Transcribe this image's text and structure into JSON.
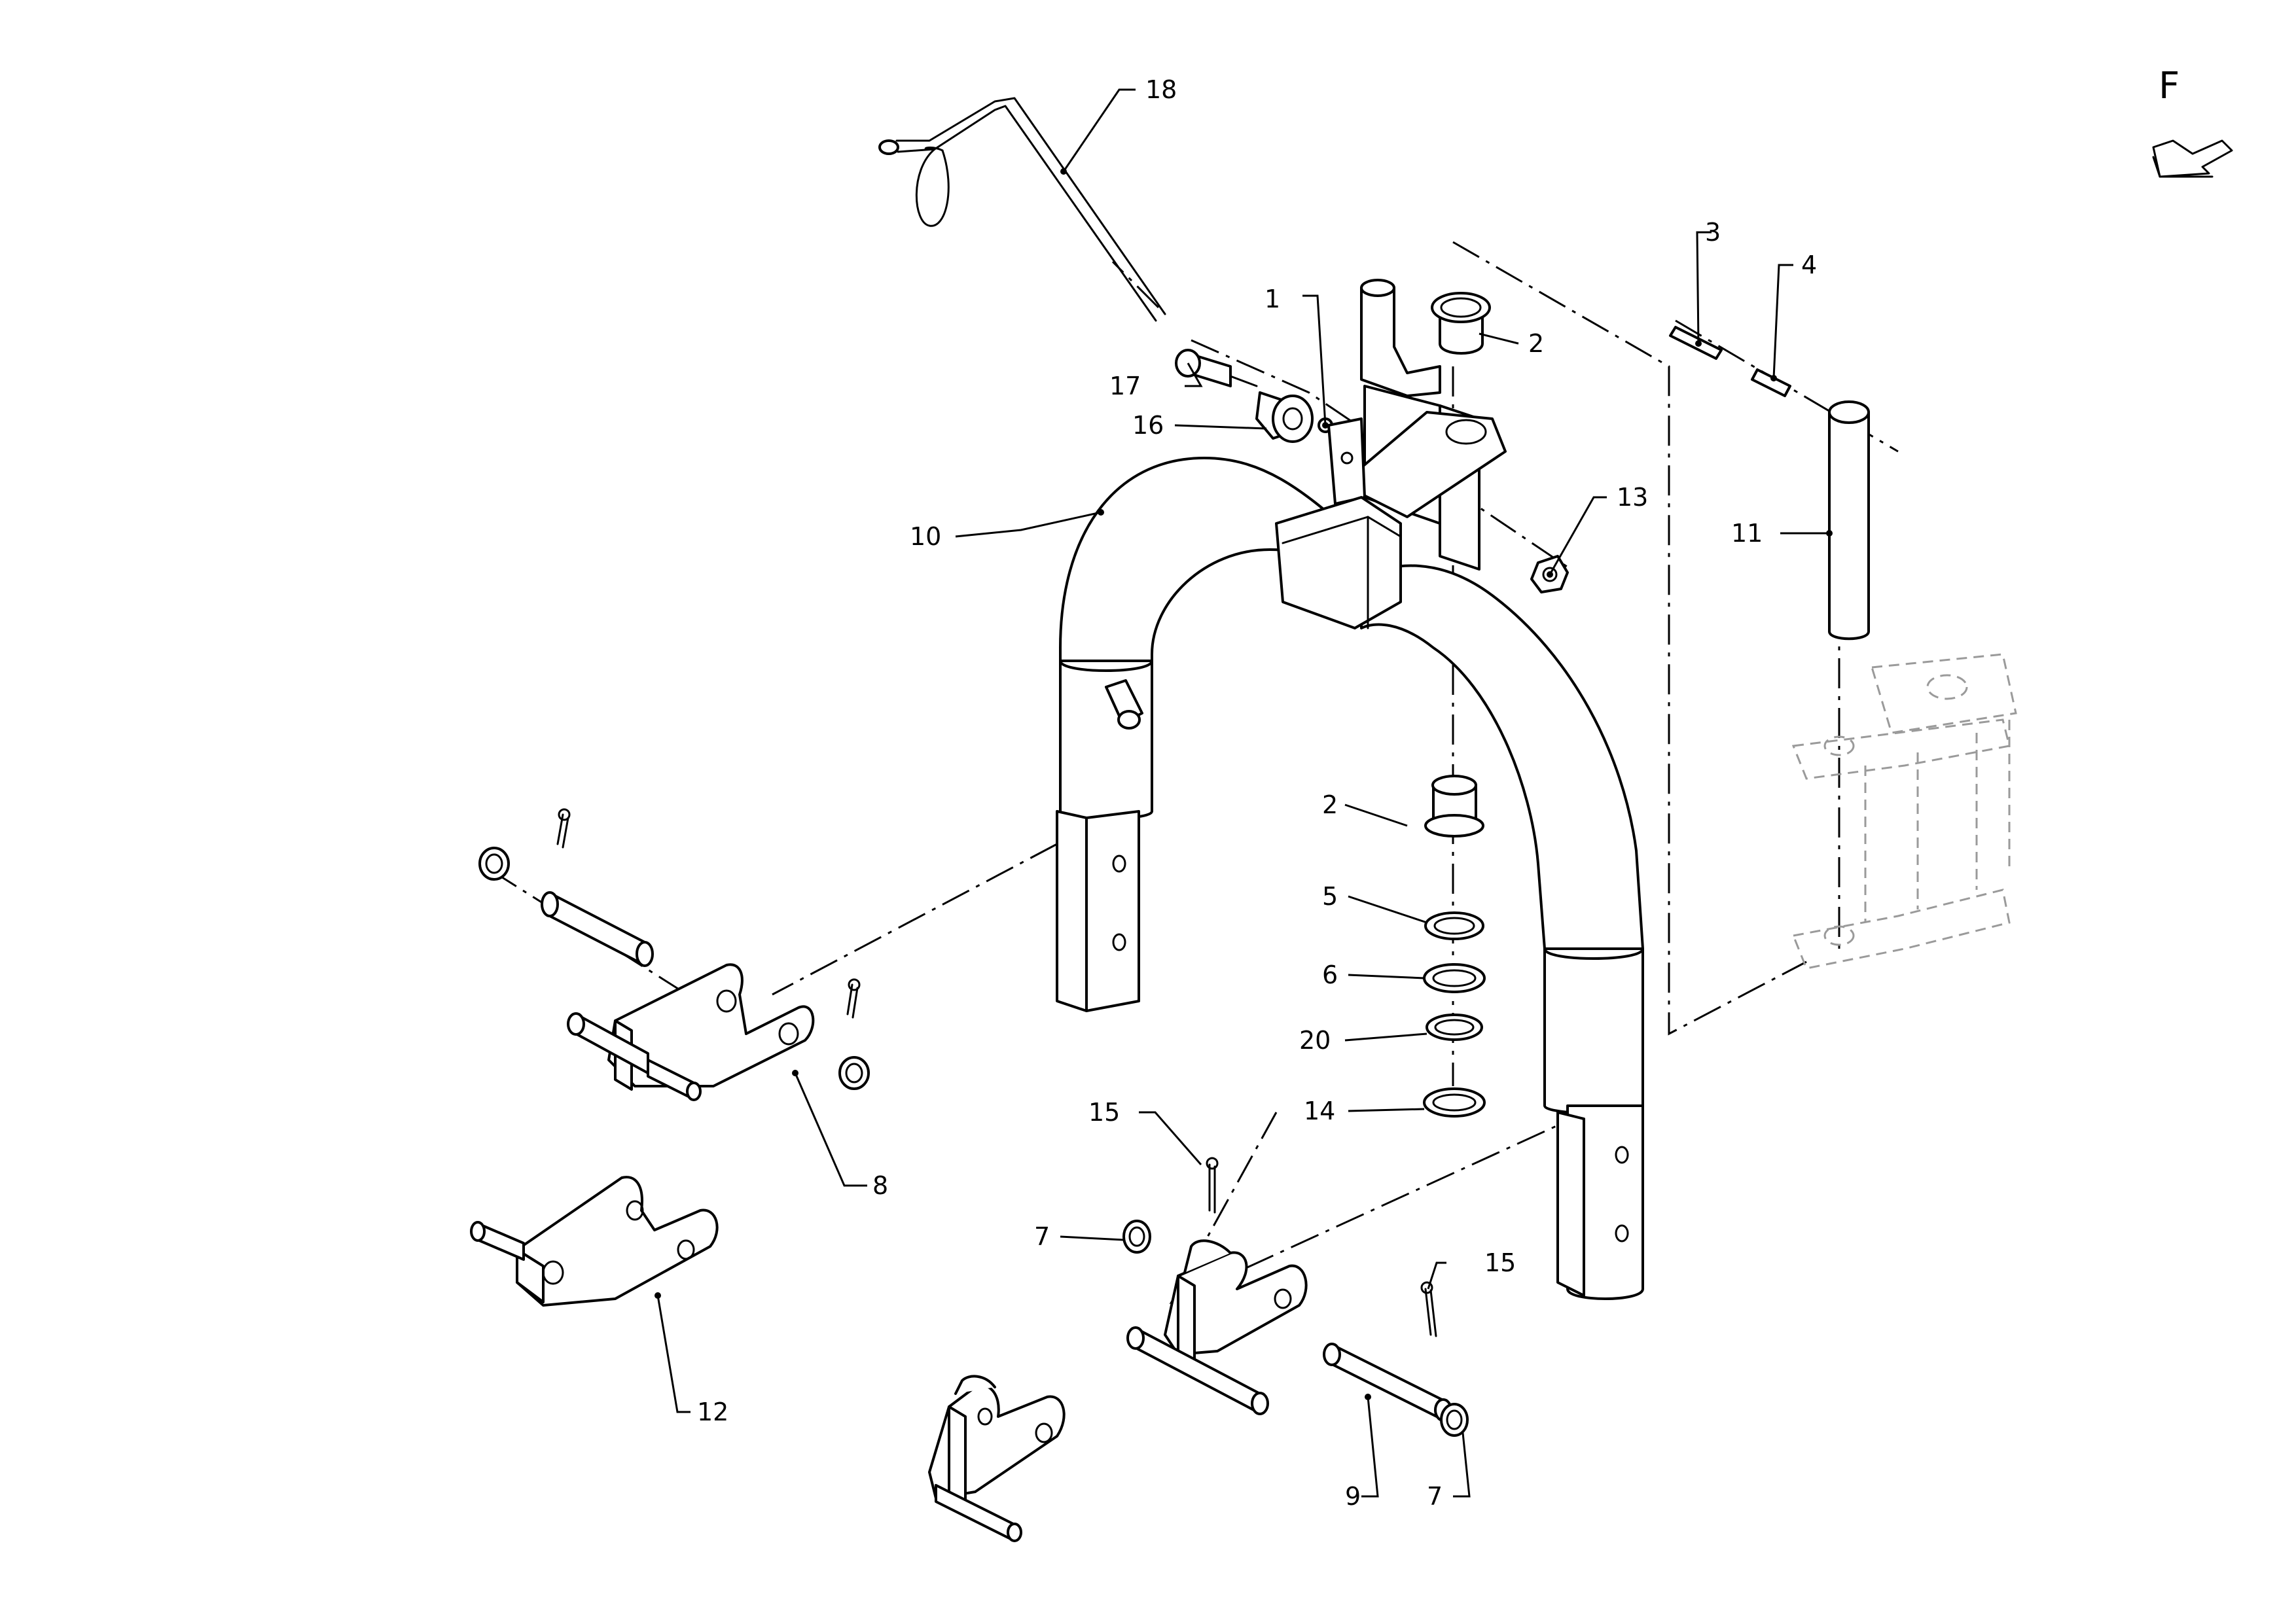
{
  "view": {
    "letter": "F",
    "arrow_icon": "view-direction-arrow-icon"
  },
  "callouts": {
    "c1": "1",
    "c2a": "2",
    "c2b": "2",
    "c3": "3",
    "c4": "4",
    "c5": "5",
    "c6": "6",
    "c7a": "7",
    "c7b": "7",
    "c8": "8",
    "c9": "9",
    "c10": "10",
    "c11": "11",
    "c12": "12",
    "c13": "13",
    "c14": "14",
    "c15a": "15",
    "c15b": "15",
    "c16": "16",
    "c17": "17",
    "c18": "18",
    "c20": "20"
  },
  "colors": {
    "line": "#000000",
    "ghost": "#9a9a9a",
    "background": "#ffffff"
  }
}
